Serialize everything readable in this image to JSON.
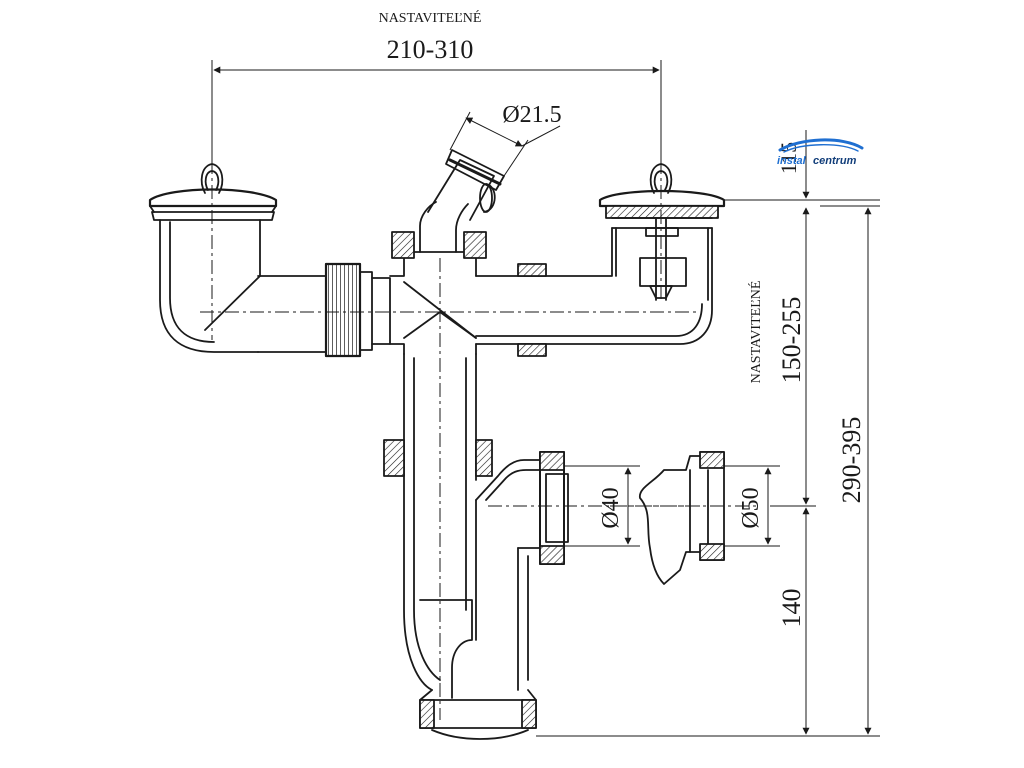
{
  "dimensions": {
    "adjustable_top_label": "NASTAVITEĽNÉ",
    "width_range": "210-310",
    "overflow_diameter": "Ø21.5",
    "top_height": "115",
    "adjustable_side_label": "NASTAVITEĽNÉ",
    "height_range_upper": "150-255",
    "height_range_total": "290-395",
    "outlet_height": "140",
    "outlet_diameter_small": "Ø40",
    "outlet_diameter_large": "Ø50"
  },
  "logo": {
    "part1": "instal",
    "part2": "centrum",
    "colors": {
      "primary": "#1f6fd1",
      "arc": "#1f6fd1"
    }
  },
  "colors": {
    "line": "#1a1a1a",
    "background": "#ffffff"
  }
}
